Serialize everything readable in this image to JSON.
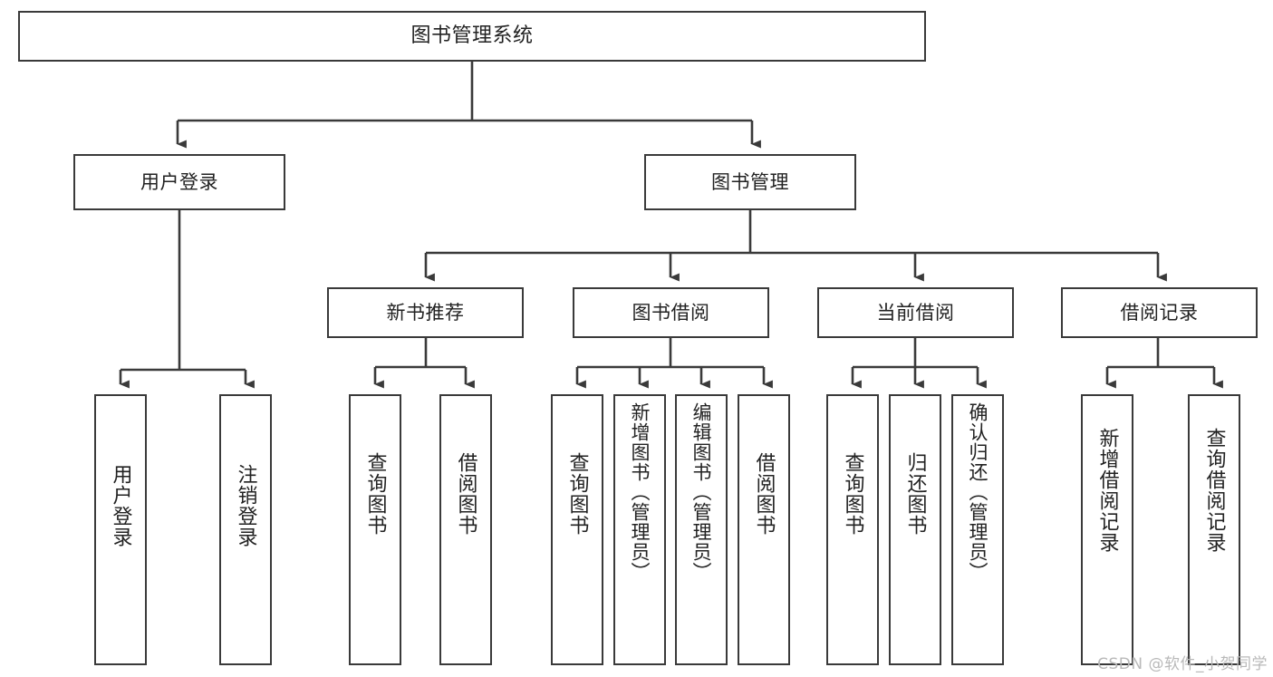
{
  "diagram": {
    "type": "tree",
    "title": "图书管理系统",
    "orientation": "top-down",
    "colors": {
      "box_border": "#3a3a3a",
      "box_fill": "#ffffff",
      "connector": "#3a3a3a",
      "text": "#222222",
      "background": "#ffffff",
      "watermark": "#b9b9b9"
    },
    "root": {
      "label": "图书管理系统"
    },
    "level2": [
      {
        "label": "用户登录"
      },
      {
        "label": "图书管理"
      }
    ],
    "level3": [
      {
        "label": "新书推荐"
      },
      {
        "label": "图书借阅"
      },
      {
        "label": "当前借阅"
      },
      {
        "label": "借阅记录"
      }
    ],
    "leaves": {
      "user_login": [
        {
          "label": "用户登录"
        },
        {
          "label": "注销登录"
        }
      ],
      "new_book_recommend": [
        {
          "label": "查询图书"
        },
        {
          "label": "借阅图书"
        }
      ],
      "book_borrow": [
        {
          "label": "查询图书"
        },
        {
          "label": "新增图书（管理员）"
        },
        {
          "label": "编辑图书（管理员）"
        },
        {
          "label": "借阅图书"
        }
      ],
      "current_borrow": [
        {
          "label": "查询图书"
        },
        {
          "label": "归还图书"
        },
        {
          "label": "确认归还（管理员）"
        }
      ],
      "borrow_record": [
        {
          "label": "新增借阅记录"
        },
        {
          "label": "查询借阅记录"
        }
      ]
    }
  },
  "watermark": {
    "text": "CSDN @软件_小贺同学"
  }
}
